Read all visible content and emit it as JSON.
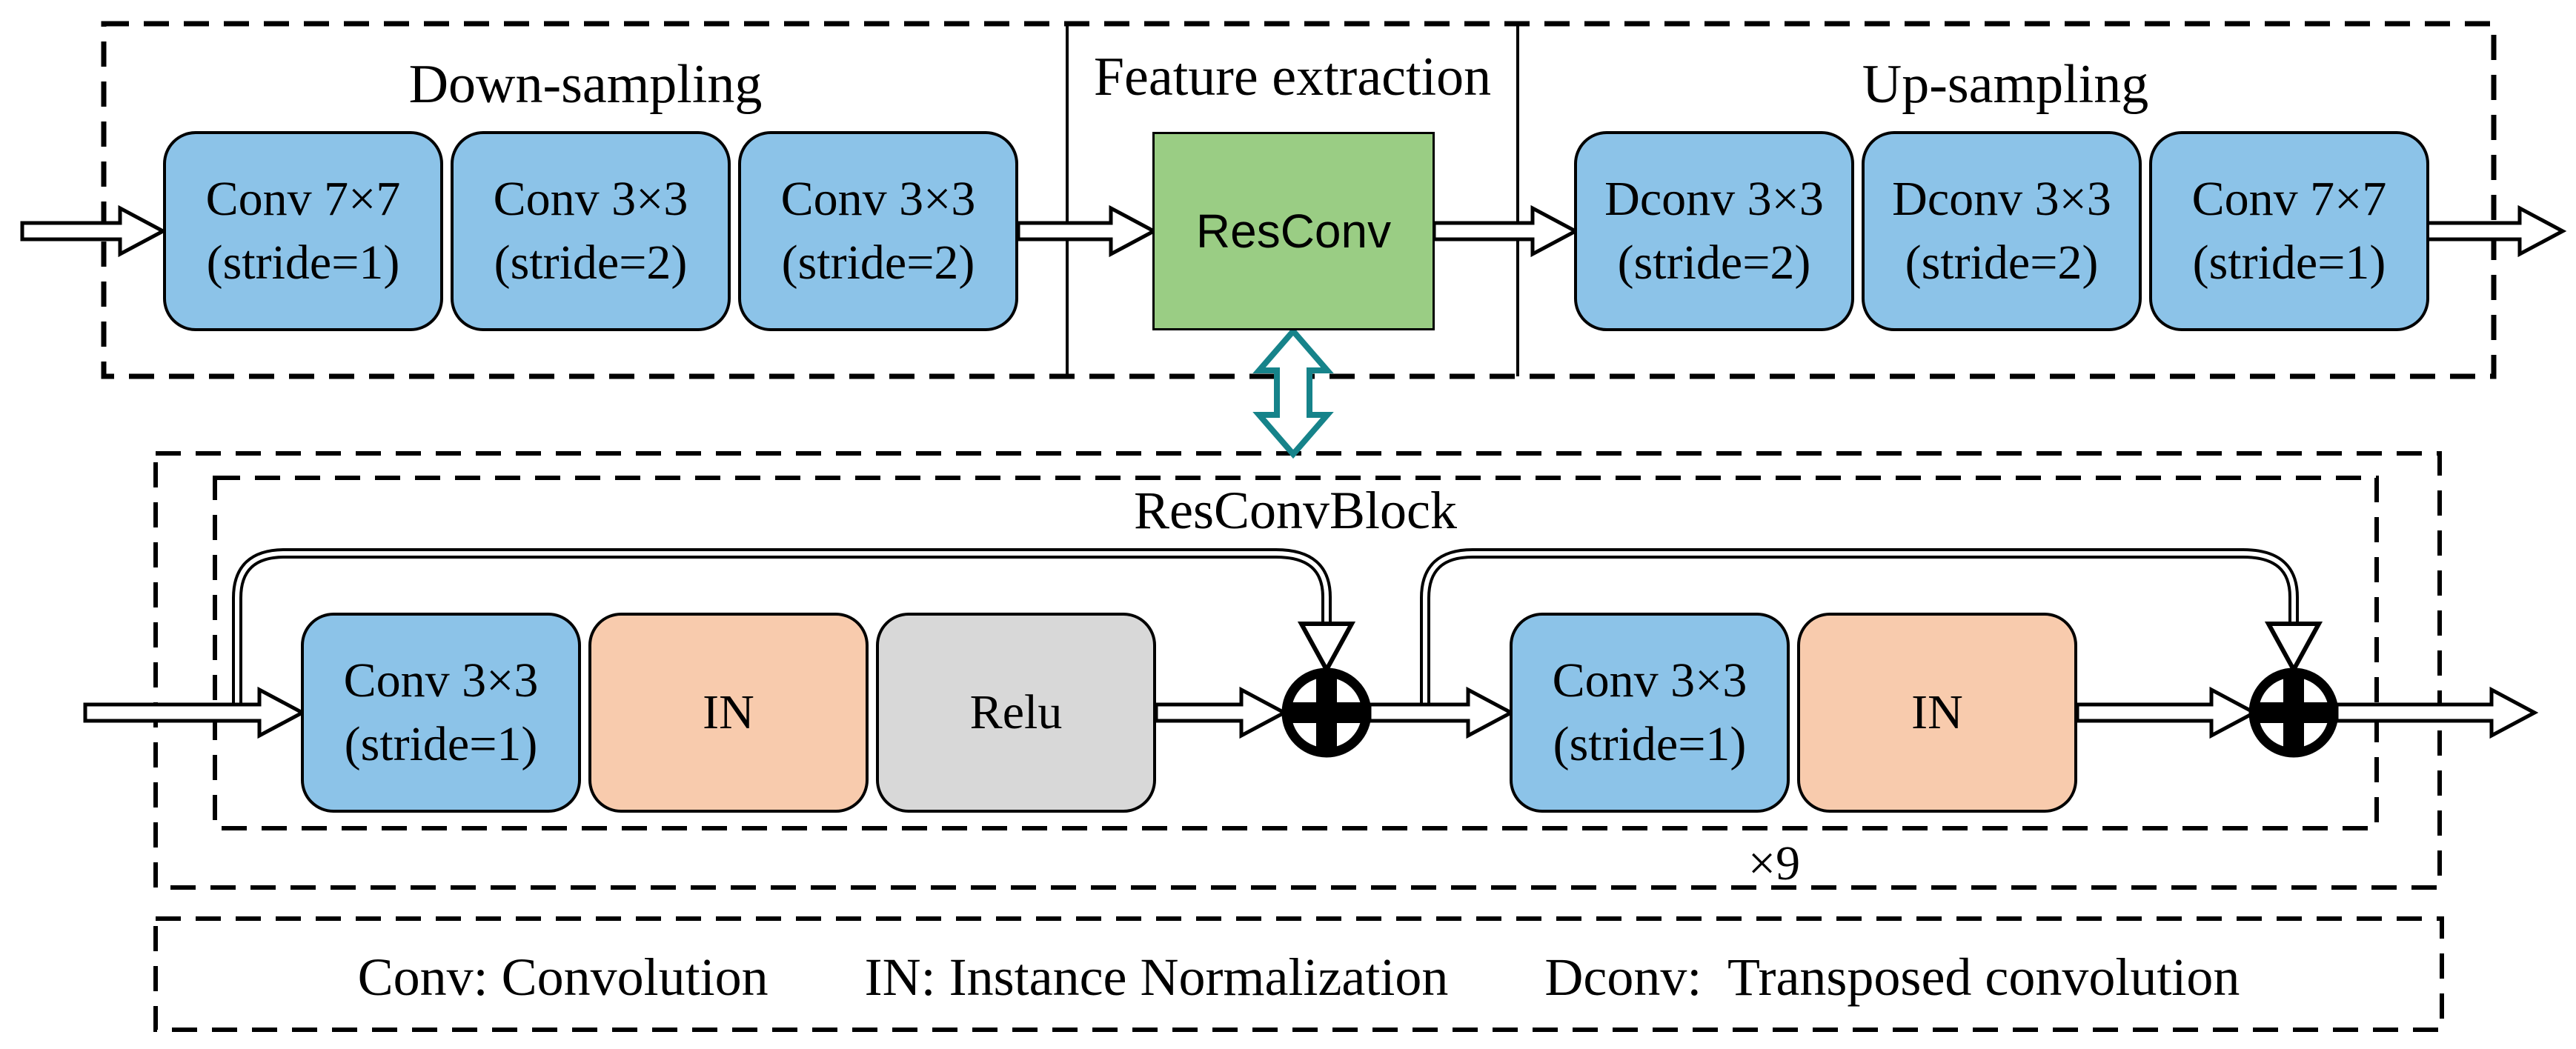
{
  "top_row": {
    "sections": [
      {
        "title": "Down-sampling",
        "boxes": [
          {
            "line1": "Conv 7×7",
            "line2": "(stride=1)"
          },
          {
            "line1": "Conv 3×3",
            "line2": "(stride=2)"
          },
          {
            "line1": "Conv 3×3",
            "line2": "(stride=2)"
          }
        ]
      },
      {
        "title": "Feature extraction",
        "box": {
          "label": "ResConv"
        }
      },
      {
        "title": "Up-sampling",
        "boxes": [
          {
            "line1": "Dconv 3×3",
            "line2": "(stride=2)"
          },
          {
            "line1": "Dconv 3×3",
            "line2": "(stride=2)"
          },
          {
            "line1": "Conv 7×7",
            "line2": "(stride=1)"
          }
        ]
      }
    ]
  },
  "res_block": {
    "title": "ResConvBlock",
    "repeat_label": "×9",
    "stage1": [
      {
        "line1": "Conv 3×3",
        "line2": "(stride=1)"
      },
      {
        "label": "IN"
      },
      {
        "label": "Relu"
      }
    ],
    "stage2": [
      {
        "line1": "Conv 3×3",
        "line2": "(stride=1)"
      },
      {
        "label": "IN"
      }
    ]
  },
  "legend": {
    "items": [
      "Conv: Convolution",
      "IN: Instance Normalization",
      "Dconv:  Transposed convolution"
    ]
  },
  "colors": {
    "box_blue": "#8CC3E8",
    "box_orange": "#F8CBAD",
    "box_gray": "#D8D8D8",
    "box_green": "#9ACD84",
    "arrow_teal": "#16838A",
    "line_black": "#000000"
  }
}
